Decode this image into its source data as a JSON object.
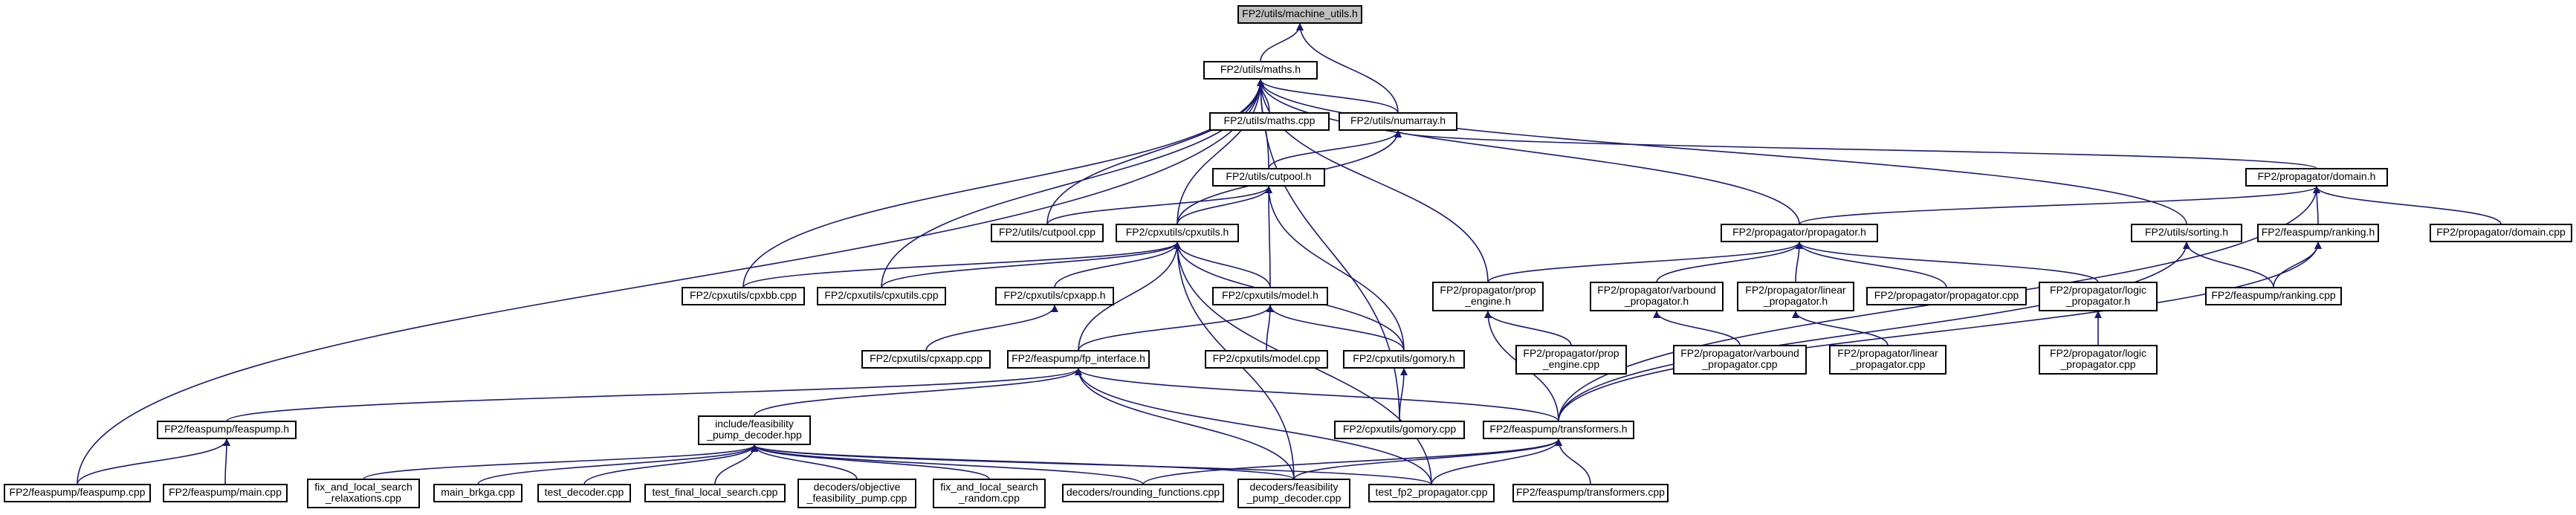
{
  "graph": {
    "edge_color": "#191970",
    "root_fill": "#bfbfbf",
    "nodes": [
      {
        "id": "machine_utils",
        "lines": [
          "FP2/utils/machine_utils.h"
        ],
        "root": true
      },
      {
        "id": "maths",
        "lines": [
          "FP2/utils/maths.h"
        ]
      },
      {
        "id": "maths_cpp",
        "lines": [
          "FP2/utils/maths.cpp"
        ]
      },
      {
        "id": "numarray",
        "lines": [
          "FP2/utils/numarray.h"
        ]
      },
      {
        "id": "domain",
        "lines": [
          "FP2/propagator/domain.h"
        ]
      },
      {
        "id": "cutpool",
        "lines": [
          "FP2/utils/cutpool.h"
        ]
      },
      {
        "id": "propagator",
        "lines": [
          "FP2/propagator/propagator.h"
        ]
      },
      {
        "id": "cutpool_cpp",
        "lines": [
          "FP2/utils/cutpool.cpp"
        ]
      },
      {
        "id": "cpxutils",
        "lines": [
          "FP2/cpxutils/cpxutils.h"
        ]
      },
      {
        "id": "sorting",
        "lines": [
          "FP2/utils/sorting.h"
        ]
      },
      {
        "id": "ranking",
        "lines": [
          "FP2/feaspump/ranking.h"
        ]
      },
      {
        "id": "domain_cpp",
        "lines": [
          "FP2/propagator/domain.cpp"
        ]
      },
      {
        "id": "cpxbb",
        "lines": [
          "FP2/cpxutils/cpxbb.cpp"
        ]
      },
      {
        "id": "cpxutils_cpp",
        "lines": [
          "FP2/cpxutils/cpxutils.cpp"
        ]
      },
      {
        "id": "cpxapp",
        "lines": [
          "FP2/cpxutils/cpxapp.h"
        ]
      },
      {
        "id": "model",
        "lines": [
          "FP2/cpxutils/model.h"
        ]
      },
      {
        "id": "prop_engine",
        "lines": [
          "FP2/propagator/prop",
          "_engine.h"
        ]
      },
      {
        "id": "varbound",
        "lines": [
          "FP2/propagator/varbound",
          "_propagator.h"
        ]
      },
      {
        "id": "linear",
        "lines": [
          "FP2/propagator/linear",
          "_propagator.h"
        ]
      },
      {
        "id": "propagator_cpp",
        "lines": [
          "FP2/propagator/propagator.cpp"
        ]
      },
      {
        "id": "logic",
        "lines": [
          "FP2/propagator/logic",
          "_propagator.h"
        ]
      },
      {
        "id": "ranking_cpp",
        "lines": [
          "FP2/feaspump/ranking.cpp"
        ]
      },
      {
        "id": "cpxapp_cpp",
        "lines": [
          "FP2/cpxutils/cpxapp.cpp"
        ]
      },
      {
        "id": "fp_interface",
        "lines": [
          "FP2/feaspump/fp_interface.h"
        ]
      },
      {
        "id": "model_cpp",
        "lines": [
          "FP2/cpxutils/model.cpp"
        ]
      },
      {
        "id": "gomory_h",
        "lines": [
          "FP2/cpxutils/gomory.h"
        ]
      },
      {
        "id": "prop_engine_cpp",
        "lines": [
          "FP2/propagator/prop",
          "_engine.cpp"
        ]
      },
      {
        "id": "varbound_cpp",
        "lines": [
          "FP2/propagator/varbound",
          "_propagator.cpp"
        ]
      },
      {
        "id": "linear_cpp",
        "lines": [
          "FP2/propagator/linear",
          "_propagator.cpp"
        ]
      },
      {
        "id": "logic_cpp",
        "lines": [
          "FP2/propagator/logic",
          "_propagator.cpp"
        ]
      },
      {
        "id": "feaspump_h",
        "lines": [
          "FP2/feaspump/feaspump.h"
        ]
      },
      {
        "id": "pump_decoder_hpp",
        "lines": [
          "include/feasibility",
          "_pump_decoder.hpp"
        ]
      },
      {
        "id": "gomory_cpp",
        "lines": [
          "FP2/cpxutils/gomory.cpp"
        ]
      },
      {
        "id": "transformers_h",
        "lines": [
          "FP2/feaspump/transformers.h"
        ]
      },
      {
        "id": "feaspump_cpp",
        "lines": [
          "FP2/feaspump/feaspump.cpp"
        ]
      },
      {
        "id": "main_cpp",
        "lines": [
          "FP2/feaspump/main.cpp"
        ]
      },
      {
        "id": "fix_relax",
        "lines": [
          "fix_and_local_search",
          "_relaxations.cpp"
        ]
      },
      {
        "id": "main_brkga",
        "lines": [
          "main_brkga.cpp"
        ]
      },
      {
        "id": "test_decoder",
        "lines": [
          "test_decoder.cpp"
        ]
      },
      {
        "id": "test_final",
        "lines": [
          "test_final_local_search.cpp"
        ]
      },
      {
        "id": "objective_fp",
        "lines": [
          "decoders/objective",
          "_feasibility_pump.cpp"
        ]
      },
      {
        "id": "fix_random",
        "lines": [
          "fix_and_local_search",
          "_random.cpp"
        ]
      },
      {
        "id": "rounding",
        "lines": [
          "decoders/rounding_functions.cpp"
        ]
      },
      {
        "id": "fp_decoder_cpp",
        "lines": [
          "decoders/feasibility",
          "_pump_decoder.cpp"
        ]
      },
      {
        "id": "test_fp2",
        "lines": [
          "test_fp2_propagator.cpp"
        ]
      },
      {
        "id": "transformers_cpp",
        "lines": [
          "FP2/feaspump/transformers.cpp"
        ]
      }
    ],
    "edges": [
      [
        "maths",
        "machine_utils"
      ],
      [
        "numarray",
        "machine_utils"
      ],
      [
        "maths_cpp",
        "maths"
      ],
      [
        "numarray",
        "maths"
      ],
      [
        "cutpool",
        "maths"
      ],
      [
        "cutpool_cpp",
        "maths"
      ],
      [
        "cpxutils",
        "maths"
      ],
      [
        "propagator",
        "maths"
      ],
      [
        "sorting",
        "maths"
      ],
      [
        "cpxbb",
        "maths"
      ],
      [
        "cpxutils_cpp",
        "maths"
      ],
      [
        "prop_engine",
        "maths"
      ],
      [
        "gomory_cpp",
        "maths"
      ],
      [
        "feaspump_cpp",
        "maths"
      ],
      [
        "domain",
        "numarray"
      ],
      [
        "cutpool",
        "numarray"
      ],
      [
        "cpxutils",
        "numarray"
      ],
      [
        "propagator",
        "domain"
      ],
      [
        "ranking",
        "domain"
      ],
      [
        "domain_cpp",
        "domain"
      ],
      [
        "transformers_h",
        "domain"
      ],
      [
        "cutpool_cpp",
        "cutpool"
      ],
      [
        "cpxutils",
        "cutpool"
      ],
      [
        "model",
        "cutpool"
      ],
      [
        "gomory_h",
        "cutpool"
      ],
      [
        "prop_engine",
        "propagator"
      ],
      [
        "varbound",
        "propagator"
      ],
      [
        "linear",
        "propagator"
      ],
      [
        "propagator_cpp",
        "propagator"
      ],
      [
        "logic",
        "propagator"
      ],
      [
        "cpxbb",
        "cpxutils"
      ],
      [
        "cpxutils_cpp",
        "cpxutils"
      ],
      [
        "cpxapp",
        "cpxutils"
      ],
      [
        "model",
        "cpxutils"
      ],
      [
        "gomory_h",
        "cpxutils"
      ],
      [
        "fp_interface",
        "cpxutils"
      ],
      [
        "fp_decoder_cpp",
        "cpxutils"
      ],
      [
        "test_fp2",
        "cpxutils"
      ],
      [
        "ranking_cpp",
        "sorting"
      ],
      [
        "transformers_h",
        "sorting"
      ],
      [
        "ranking_cpp",
        "ranking"
      ],
      [
        "transformers_h",
        "ranking"
      ],
      [
        "cpxapp_cpp",
        "cpxapp"
      ],
      [
        "fp_interface",
        "model"
      ],
      [
        "model_cpp",
        "model"
      ],
      [
        "gomory_h",
        "model"
      ],
      [
        "prop_engine_cpp",
        "prop_engine"
      ],
      [
        "transformers_h",
        "prop_engine"
      ],
      [
        "varbound_cpp",
        "varbound"
      ],
      [
        "linear_cpp",
        "linear"
      ],
      [
        "logic_cpp",
        "logic"
      ],
      [
        "feaspump_h",
        "fp_interface"
      ],
      [
        "pump_decoder_hpp",
        "fp_interface"
      ],
      [
        "transformers_h",
        "fp_interface"
      ],
      [
        "fp_decoder_cpp",
        "fp_interface"
      ],
      [
        "test_fp2",
        "fp_interface"
      ],
      [
        "gomory_cpp",
        "gomory_h"
      ],
      [
        "feaspump_cpp",
        "feaspump_h"
      ],
      [
        "main_cpp",
        "feaspump_h"
      ],
      [
        "fix_relax",
        "pump_decoder_hpp"
      ],
      [
        "main_brkga",
        "pump_decoder_hpp"
      ],
      [
        "test_decoder",
        "pump_decoder_hpp"
      ],
      [
        "test_final",
        "pump_decoder_hpp"
      ],
      [
        "objective_fp",
        "pump_decoder_hpp"
      ],
      [
        "fix_random",
        "pump_decoder_hpp"
      ],
      [
        "rounding",
        "pump_decoder_hpp"
      ],
      [
        "fp_decoder_cpp",
        "pump_decoder_hpp"
      ],
      [
        "test_fp2",
        "pump_decoder_hpp"
      ],
      [
        "fp_decoder_cpp",
        "transformers_h"
      ],
      [
        "test_fp2",
        "transformers_h"
      ],
      [
        "transformers_cpp",
        "transformers_h"
      ],
      [
        "rounding",
        "transformers_h"
      ]
    ]
  }
}
